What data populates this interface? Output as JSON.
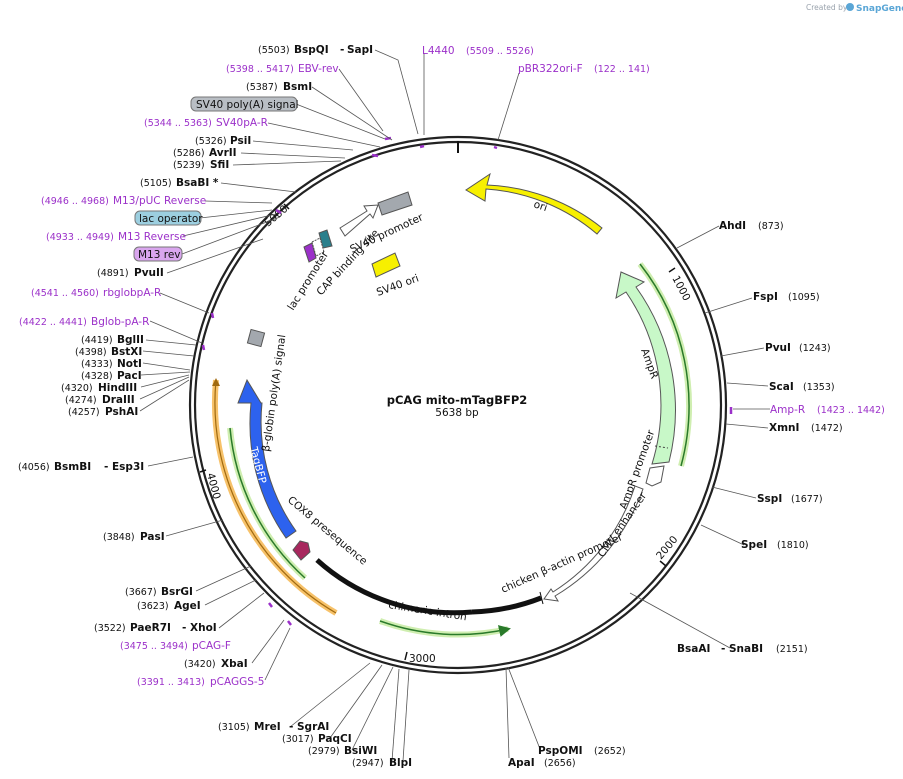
{
  "credit": {
    "prefix": "Created by",
    "brand": "SnapGene"
  },
  "plasmid": {
    "name": "pCAG mito-mTagBFP2",
    "length": "5638 bp"
  },
  "ticks": [
    "1000",
    "2000",
    "3000",
    "4000",
    "5000"
  ],
  "enzymes": [
    {
      "id": "bspqi-sapi",
      "pos": "(5503)",
      "name": "BspQI",
      "name2": "SapI"
    },
    {
      "id": "bsmi",
      "pos": "(5387)",
      "name": "BsmI"
    },
    {
      "id": "psii",
      "pos": "(5326)",
      "name": "PsiI"
    },
    {
      "id": "avrii",
      "pos": "(5286)",
      "name": "AvrII"
    },
    {
      "id": "sfii",
      "pos": "(5239)",
      "name": "SfiI"
    },
    {
      "id": "bsabi",
      "pos": "(5105)",
      "name": "BsaBI *"
    },
    {
      "id": "pvuii",
      "pos": "(4891)",
      "name": "PvuII"
    },
    {
      "id": "bglii",
      "pos": "(4419)",
      "name": "BglII"
    },
    {
      "id": "bstxi",
      "pos": "(4398)",
      "name": "BstXI"
    },
    {
      "id": "noti",
      "pos": "(4333)",
      "name": "NotI"
    },
    {
      "id": "paci",
      "pos": "(4328)",
      "name": "PacI"
    },
    {
      "id": "hindiii",
      "pos": "(4320)",
      "name": "HindIII"
    },
    {
      "id": "draiii",
      "pos": "(4274)",
      "name": "DraIII"
    },
    {
      "id": "pshai",
      "pos": "(4257)",
      "name": "PshAI"
    },
    {
      "id": "bsmbi-esp3i",
      "pos": "(4056)",
      "name": "BsmBI",
      "name2": "Esp3I"
    },
    {
      "id": "pasi",
      "pos": "(3848)",
      "name": "PasI"
    },
    {
      "id": "bsrgi",
      "pos": "(3667)",
      "name": "BsrGI"
    },
    {
      "id": "agei",
      "pos": "(3623)",
      "name": "AgeI"
    },
    {
      "id": "paer7i-xhoi",
      "pos": "(3522)",
      "name": "PaeR7I",
      "name2": "XhoI"
    },
    {
      "id": "xbai",
      "pos": "(3420)",
      "name": "XbaI"
    },
    {
      "id": "mrei-sgrai",
      "pos": "(3105)",
      "name": "MreI",
      "name2": "SgrAI"
    },
    {
      "id": "paqci",
      "pos": "(3017)",
      "name": "PaqCI"
    },
    {
      "id": "bsiwi",
      "pos": "(2979)",
      "name": "BsiWI"
    },
    {
      "id": "blpi",
      "pos": "(2947)",
      "name": "BlpI"
    },
    {
      "id": "apai",
      "pos": "(2656)",
      "name": "ApaI"
    },
    {
      "id": "pspomi",
      "pos": "(2652)",
      "name": "PspOMI"
    },
    {
      "id": "bsaai-snabi",
      "pos": "(2151)",
      "name": "BsaAI",
      "name2": "SnaBI"
    },
    {
      "id": "spei",
      "pos": "(1810)",
      "name": "SpeI"
    },
    {
      "id": "sspi",
      "pos": "(1677)",
      "name": "SspI"
    },
    {
      "id": "xmni",
      "pos": "(1472)",
      "name": "XmnI"
    },
    {
      "id": "scai",
      "pos": "(1353)",
      "name": "ScaI"
    },
    {
      "id": "pvui",
      "pos": "(1243)",
      "name": "PvuI"
    },
    {
      "id": "fspi",
      "pos": "(1095)",
      "name": "FspI"
    },
    {
      "id": "ahdi",
      "pos": "(873)",
      "name": "AhdI"
    }
  ],
  "primers": [
    {
      "id": "ebv-rev",
      "range": "(5398 .. 5417)",
      "name": "EBV-rev"
    },
    {
      "id": "sv40pa-r",
      "range": "(5344 .. 5363)",
      "name": "SV40pA-R"
    },
    {
      "id": "m13-puc-reverse",
      "range": "(4946 .. 4968)",
      "name": "M13/pUC Reverse"
    },
    {
      "id": "m13-reverse",
      "range": "(4933 .. 4949)",
      "name": "M13 Reverse"
    },
    {
      "id": "rbglobpa-r",
      "range": "(4541 .. 4560)",
      "name": "rbglobpA-R"
    },
    {
      "id": "bglob-pa-r",
      "range": "(4422 .. 4441)",
      "name": "Bglob-pA-R"
    },
    {
      "id": "pcag-f",
      "range": "(3475 .. 3494)",
      "name": "pCAG-F"
    },
    {
      "id": "pcaggs-5",
      "range": "(3391 .. 3413)",
      "name": "pCAGGS-5"
    },
    {
      "id": "l4440",
      "range": "(5509 .. 5526)",
      "name": "L4440"
    },
    {
      "id": "pbr322ori-f",
      "range": "(122 .. 141)",
      "name": "pBR322ori-F"
    },
    {
      "id": "amp-r",
      "range": "(1423 .. 1442)",
      "name": "Amp-R"
    }
  ],
  "boxed_labels": [
    {
      "id": "sv40-polya",
      "text": "SV40 poly(A) signal",
      "color": "#b9bec4"
    },
    {
      "id": "lac-operator",
      "text": "lac operator",
      "color": "#9ccfe0"
    },
    {
      "id": "m13-rev",
      "text": "M13 rev",
      "color": "#d9a6ee"
    }
  ],
  "features": {
    "ori": "ori",
    "ampr": "AmpR",
    "ampr_promoter": "AmpR promoter",
    "cmv_enhancer": "CMV enhancer",
    "chicken_promoter": "chicken β-actin promoter",
    "chimeric_intron": "chimeric intron",
    "cox8": "COX8 presequence",
    "tagbfp": "TagBFP",
    "bglobin_polya": "β-globin poly(A) signal",
    "lac_promoter": "lac promoter",
    "cap_site": "CAP binding site",
    "sv40_promoter": "SV40 promoter",
    "sv40_ori": "SV40 ori"
  },
  "colors": {
    "ori": "#f7f000",
    "ampr": "#c8f8c8",
    "tagbfp": "#2d62ee",
    "cox8": "#a8285e",
    "orange_band": "#f7c26a",
    "green_band": "#8fd05a",
    "primer": "#9b30c9",
    "gray_feature": "#a3a8ae",
    "teal": "#2a7f8c"
  }
}
